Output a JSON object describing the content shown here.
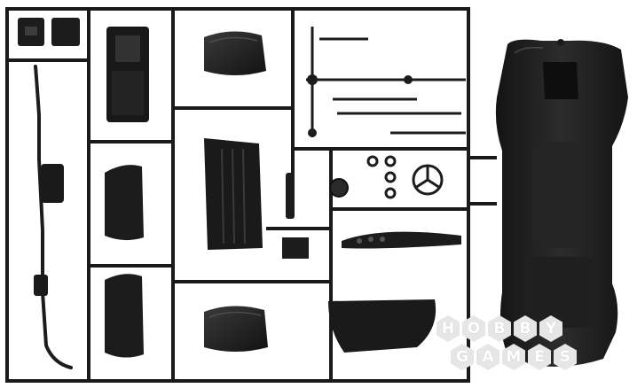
{
  "image": {
    "subject": "plastic model kit sprue frame with car parts",
    "colors": {
      "background": "#ffffff",
      "plastic": "#1c1c1c",
      "highlight": "#4a4a4a",
      "watermark": "#e6e6e6"
    }
  },
  "watermark": {
    "line1": [
      "H",
      "O",
      "B",
      "B",
      "Y"
    ],
    "line2": [
      "G",
      "A",
      "M",
      "E",
      "S"
    ]
  }
}
